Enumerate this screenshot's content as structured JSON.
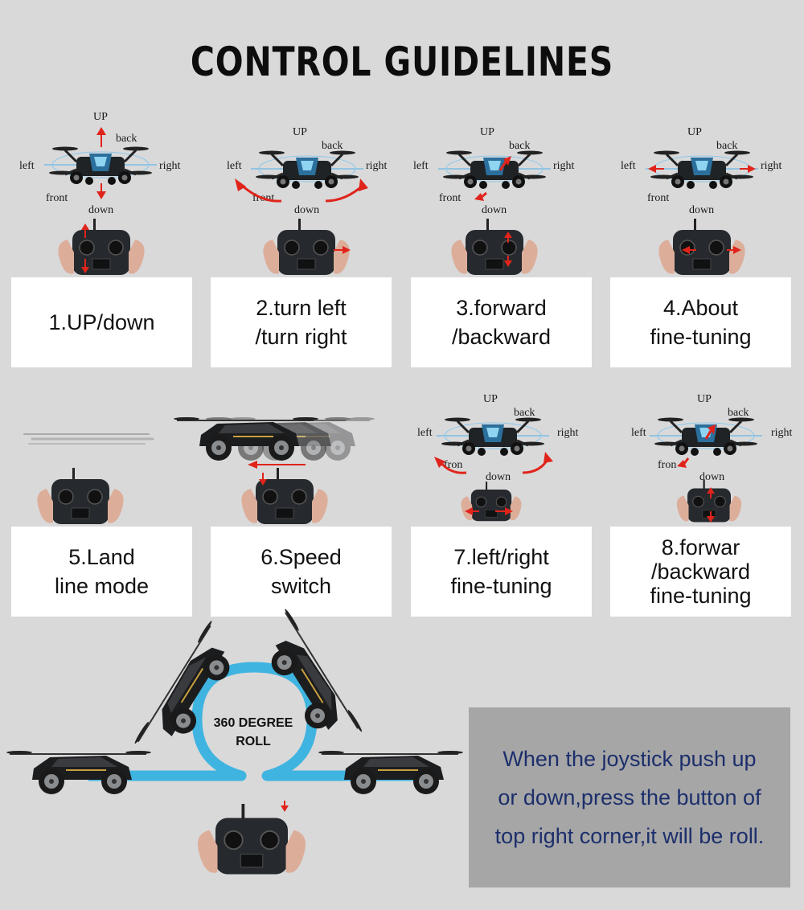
{
  "title": "CONTROL GUIDELINES",
  "labels": {
    "up": "UP",
    "back": "back",
    "left": "left",
    "right": "right",
    "front": "front",
    "front_partial": "fron",
    "down": "down"
  },
  "steps": [
    {
      "lines": [
        "1.UP/down"
      ]
    },
    {
      "lines": [
        "2.turn left",
        "/turn right"
      ]
    },
    {
      "lines": [
        "3.forward",
        "/backward"
      ]
    },
    {
      "lines": [
        "4.About",
        "fine-tuning"
      ]
    },
    {
      "lines": [
        "5.Land",
        "line mode"
      ]
    },
    {
      "lines": [
        "6.Speed",
        "switch"
      ]
    },
    {
      "lines": [
        "7.left/right",
        "fine-tuning"
      ]
    },
    {
      "lines": [
        "8.forwar",
        "/backward",
        "fine-tuning"
      ]
    }
  ],
  "roll": {
    "lines": [
      "360 DEGREE",
      "ROLL"
    ]
  },
  "note": {
    "lines": [
      "When the joystick push up",
      "or down,press the button of",
      "top right corner,it will be roll."
    ]
  },
  "colors": {
    "background": "#d9d9da",
    "arrow": "#e0241b",
    "loop": "#3fb4e0",
    "note_text": "#1c2f6b"
  }
}
